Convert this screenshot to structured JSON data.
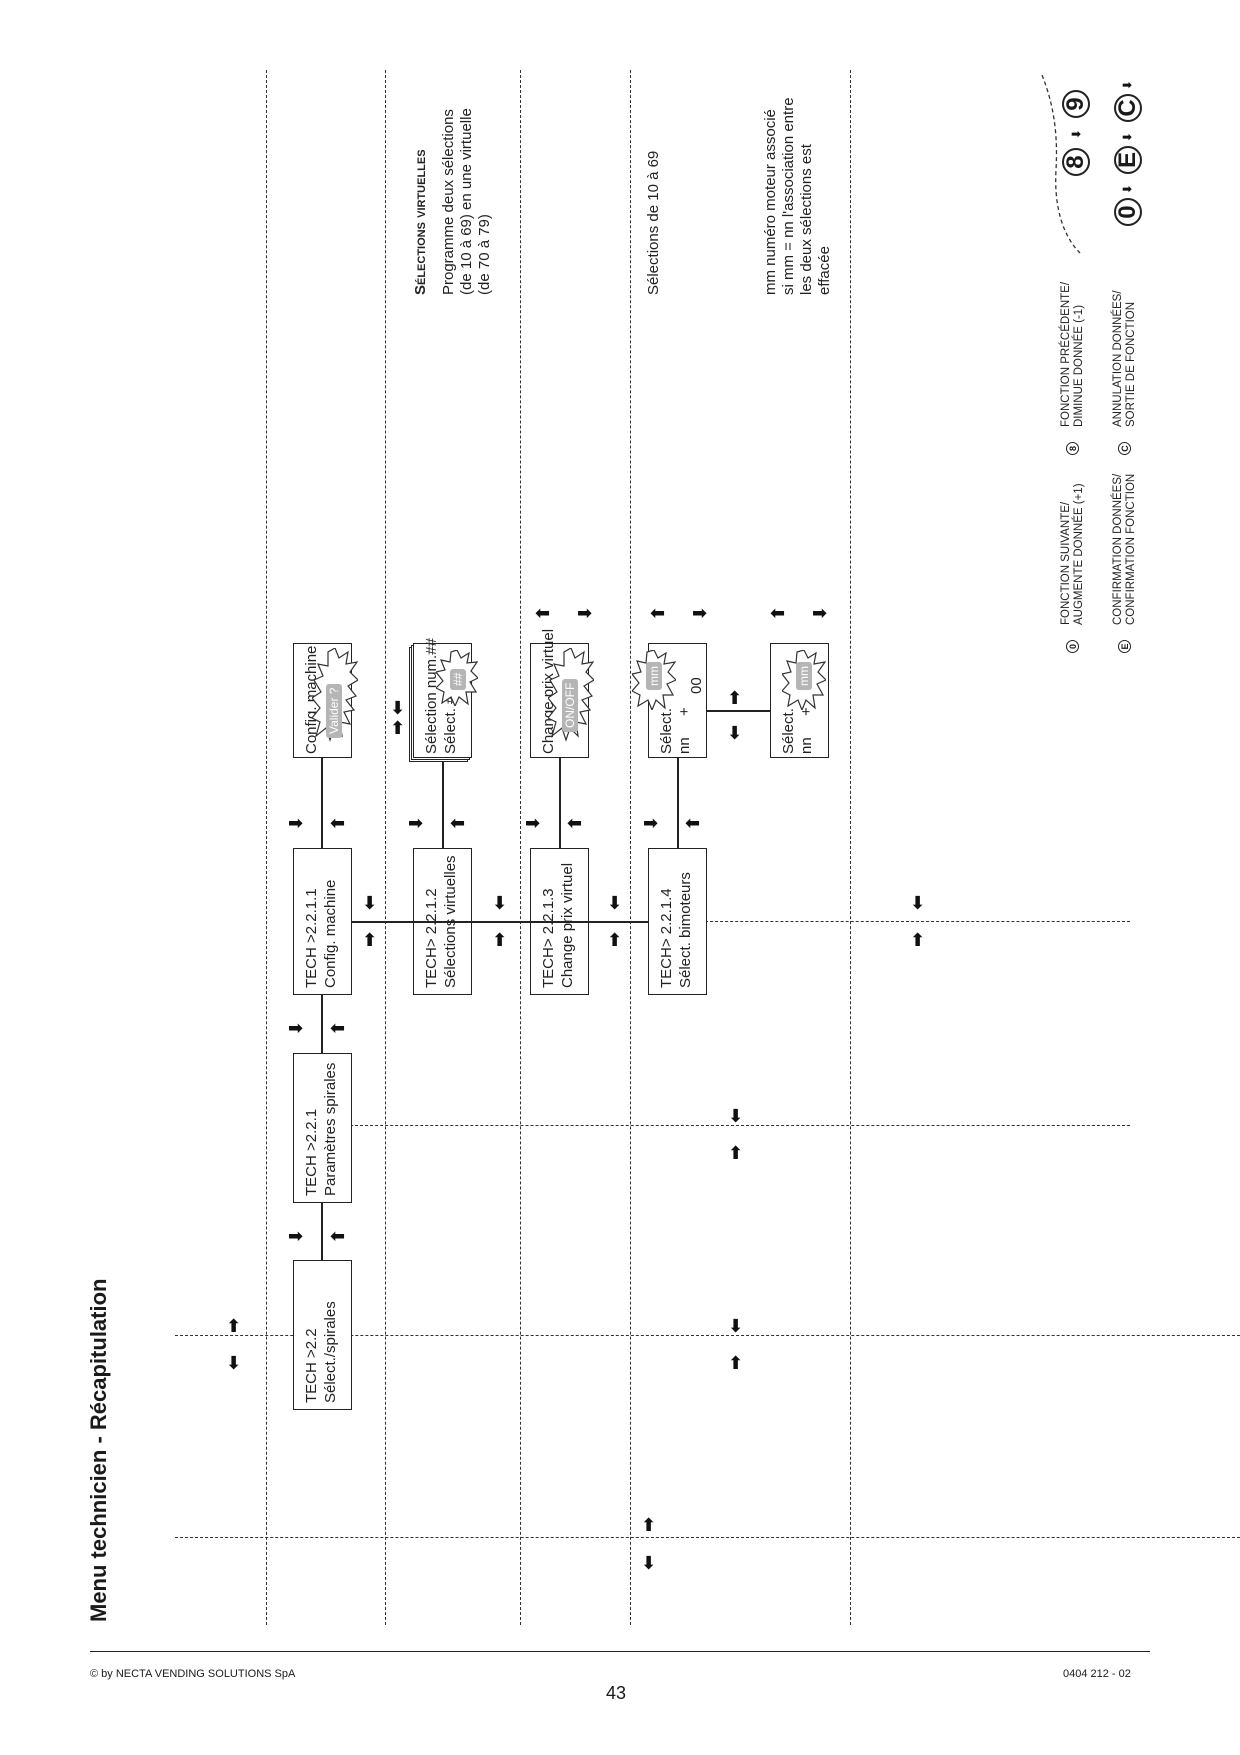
{
  "page": {
    "title": "Menu technicien - Récapitulation",
    "footer_left": "© by NECTA VENDING SOLUTIONS SpA",
    "page_number": "43",
    "footer_right": "0404 212 - 02"
  },
  "menu": {
    "b1": {
      "line1": "TECH >2.2",
      "line2": "Sélect./spirales"
    },
    "b2": {
      "line1": "TECH >2.2.1",
      "line2": "Paramètres spirales"
    },
    "b3": {
      "line1": "TECH >2.2.1.1",
      "line2": "Config. machine"
    },
    "b4": {
      "line1": "TECH> 2.2.1.2",
      "line2": "Sélections virtuelles"
    },
    "b5": {
      "line1": "TECH> 2.2.1.3",
      "line2": "Change prix virtuel"
    },
    "b6": {
      "line1": "TECH> 2.2.1.4",
      "line2": "Sélect. bimoteurs"
    }
  },
  "screens": {
    "config": {
      "line1": "Config. machine",
      "pill": "Valider ?"
    },
    "virt": {
      "line1": "Sélection num.##",
      "line2": "Sélect. ## +",
      "pill": "##"
    },
    "prix": {
      "line1": "Change prix virtuel",
      "pill": "ON/OFF"
    },
    "bim1": {
      "line1": "Sélect.",
      "line2": "nn",
      "plus": "+",
      "value": "00",
      "pill": "mm"
    },
    "bim2": {
      "line1": "Sélect.",
      "line2": "nn",
      "plus": "+",
      "value": "mm",
      "pill": "mm"
    }
  },
  "notes": {
    "virtual_title": "Sélections virtuelles",
    "virtual_l1": "Programme deux sélections",
    "virtual_l2": "(de 10 à 69) en une virtuelle",
    "virtual_l3": "(de 70 à 79)",
    "prix": "Sélections de 10 à 69",
    "bim_l1": "mm numéro moteur associé",
    "bim_l2": "si mm = nn l'association entre",
    "bim_l3": "les deux sélections est",
    "bim_l4": "effacée"
  },
  "legend": {
    "next_l1": "FONCTION SUIVANTE/",
    "next_l2": "AUGMENTE DONNÉE (+1)",
    "prev_l1": "FONCTION PRÉCÉDENTE/",
    "prev_l2": "DIMINUE DONNÉE (-1)",
    "conf_l1": "CONFIRMATION DONNÉES/",
    "conf_l2": "CONFIRMATION FONCTION",
    "annul_l1": "ANNULATION DONNÉES/",
    "annul_l2": "SORTIE DE FONCTION",
    "key_8": "8",
    "key_9": "9",
    "key_0": "0",
    "key_e": "E",
    "key_c": "C",
    "key_sm0": "0",
    "key_sm8": "8",
    "key_smE": "E",
    "key_smC": "C"
  }
}
